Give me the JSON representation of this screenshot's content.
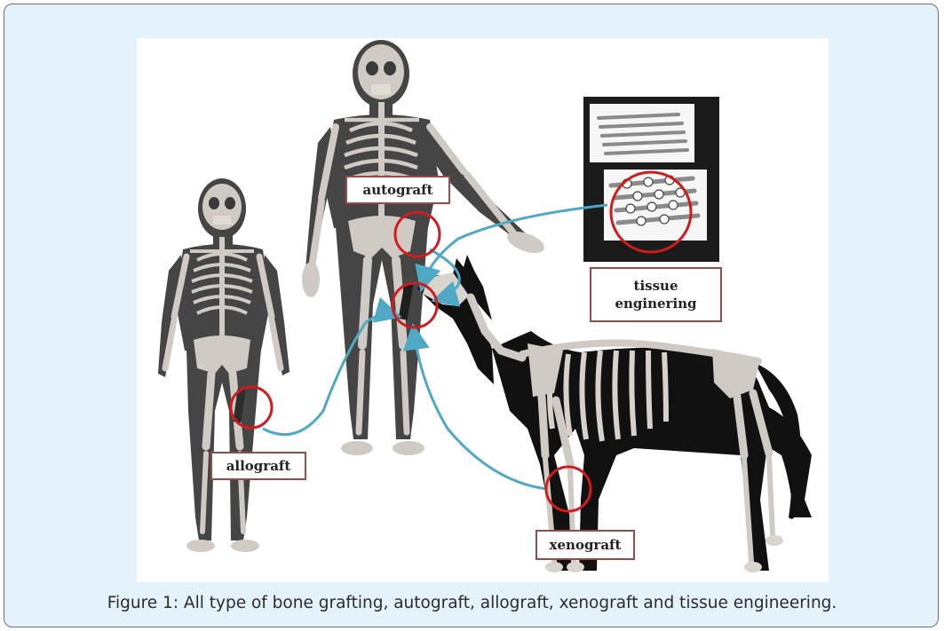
{
  "figure": {
    "labels": {
      "autograft": "autograft",
      "allograft": "allograft",
      "xenograft": "xenograft",
      "tissue_line1": "tissue",
      "tissue_line2": "enginering"
    },
    "icons": [
      "human-skeleton-icon",
      "horse-skeleton-icon",
      "scaffold-fibers-icon",
      "arrow-icon"
    ],
    "colors": {
      "frame_background": "#e4f3fb",
      "label_border": "#9b4a4a",
      "highlight_circle": "#d01c1c",
      "arrow": "#4fa8c4",
      "skeleton_bone": "#cfcac3",
      "body_silhouette": "#3e3e3e"
    }
  },
  "caption": "Figure 1: All type of bone grafting, autograft, allograft, xenograft and tissue engineering."
}
